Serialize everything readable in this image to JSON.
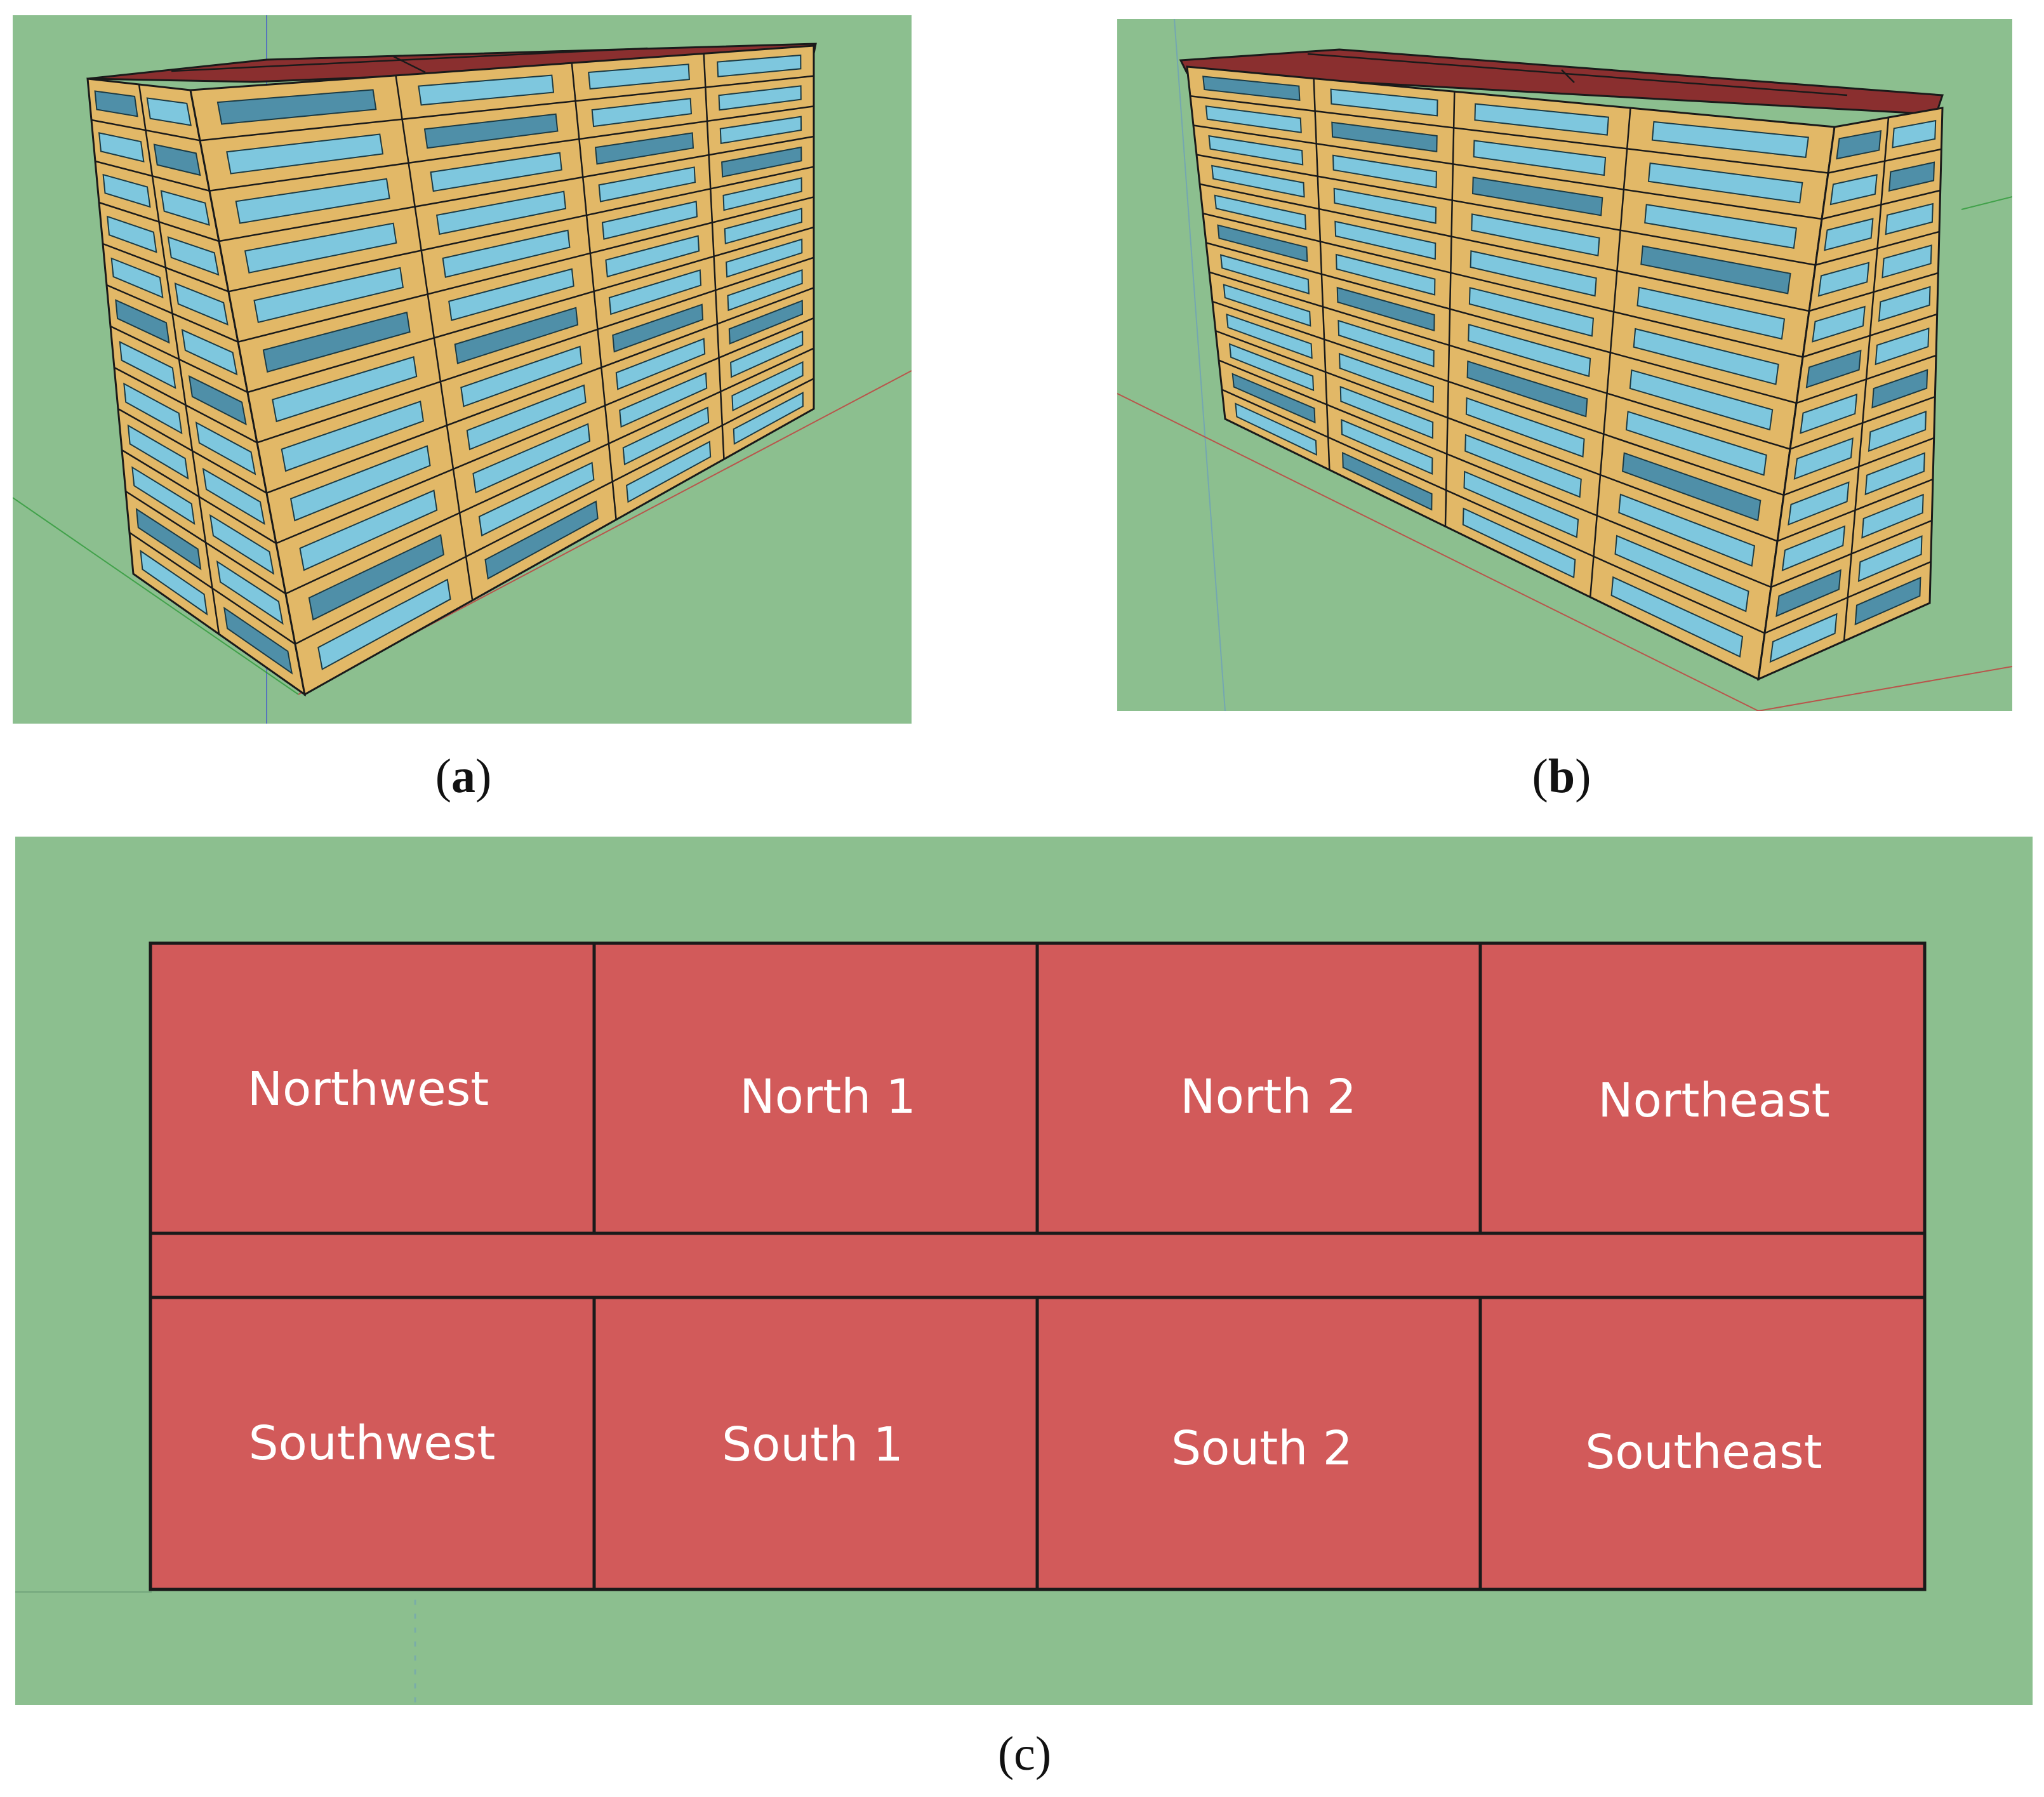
{
  "captions": {
    "a": {
      "open": "(",
      "letter": "a",
      "close": ")"
    },
    "b": {
      "open": "(",
      "letter": "b",
      "close": ")"
    },
    "c": {
      "open": "(",
      "letter": "c",
      "close": ")"
    }
  },
  "floor_plan": {
    "north_zones": [
      "Northwest",
      "North 1",
      "North 2",
      "Northeast"
    ],
    "south_zones": [
      "Southwest",
      "South 1",
      "South 2",
      "Southeast"
    ]
  },
  "colors": {
    "ground": "#8cbf8f",
    "wall": "#e2b867",
    "window": "#7ec7de",
    "roof": "#8a2f2f",
    "zone": "#d25a5a",
    "outline": "#1a1a1a"
  },
  "building": {
    "floors": 12
  }
}
